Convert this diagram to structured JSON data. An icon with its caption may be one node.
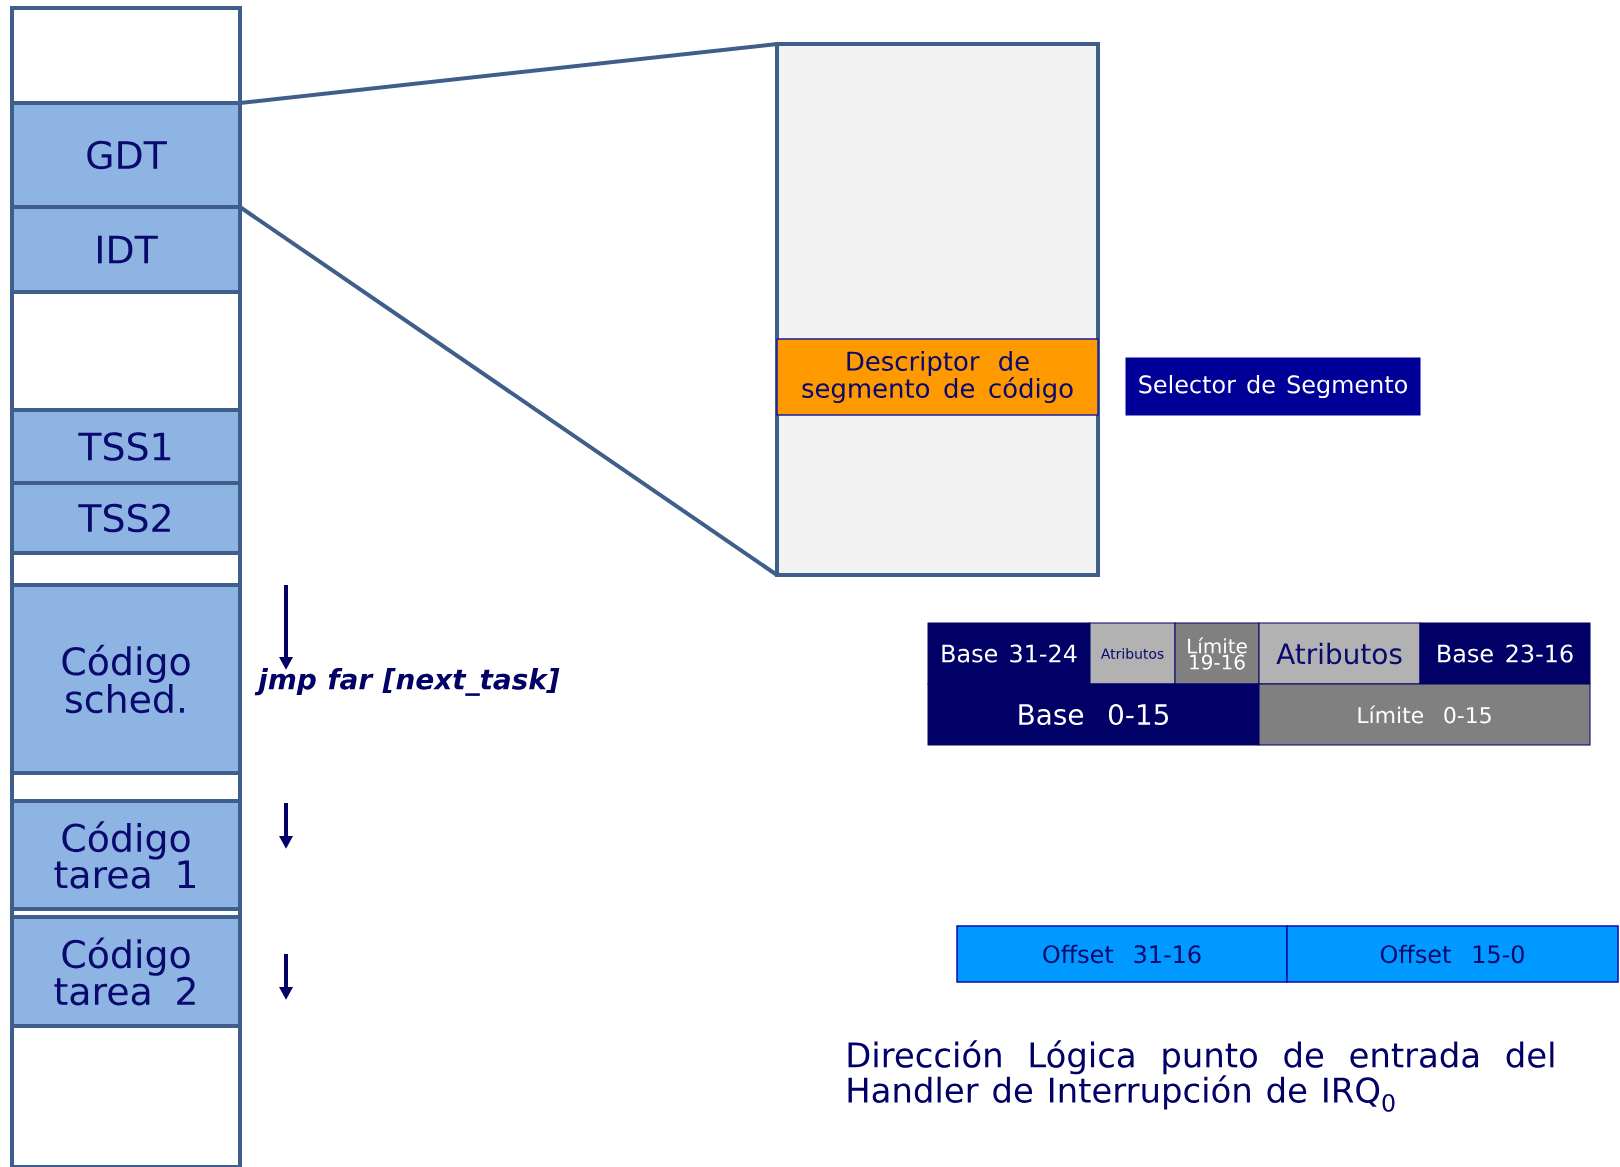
{
  "diagram": {
    "nodes": [
      {
        "text": [],
        "shape": "box"
      },
      {
        "text": [
          "GDT"
        ],
        "in": 0
      },
      {
        "text": [
          "IDT"
        ],
        "in": 0
      },
      {
        "text": [
          "TSS1"
        ],
        "in": 0
      },
      {
        "text": [
          "TSS2"
        ],
        "in": 0
      },
      {
        "text": [
          "Código sched."
        ],
        "in": 0,
        "beside": [
          "jmp far [next_task]"
        ]
      },
      {
        "text": [
          "Código tarea 1"
        ],
        "in": 0
      },
      {
        "text": [
          "Código tarea 2"
        ],
        "in": 0
      },
      {
        "text": [],
        "shape": "box"
      },
      {
        "text": [
          "Descriptor de segmento de código"
        ],
        "in": 8
      },
      {
        "text": [
          "Selector de Segmento"
        ]
      },
      {
        "text": [
          "Base 31-24"
        ]
      },
      {
        "text": [
          "Atributos"
        ]
      },
      {
        "text": [
          "Límite 19-16"
        ]
      },
      {
        "text": [
          "Atributos"
        ]
      },
      {
        "text": [
          "Base 23-16"
        ]
      },
      {
        "text": [
          "Base 0-15"
        ]
      },
      {
        "text": [
          "Límite 0-15"
        ]
      },
      {
        "text": [
          "Offset 31-16"
        ]
      },
      {
        "text": [
          "Offset 15-0"
        ]
      }
    ],
    "edges": [
      {
        "from": 1,
        "to": 8,
        "arrow": "none"
      },
      {
        "from": 1,
        "to": 8,
        "arrow": "none"
      }
    ],
    "labels": [
      "Dirección Lógica punto de entrada del Handler de Interrupción de IRQ$_{0}$"
    ]
  }
}
